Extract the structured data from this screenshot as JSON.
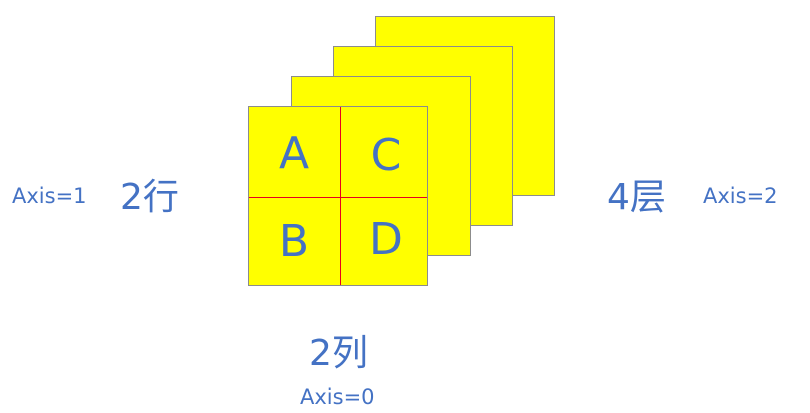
{
  "cells": {
    "a": "A",
    "b": "B",
    "c": "C",
    "d": "D"
  },
  "labels": {
    "rows": "2行",
    "rows_axis": "Axis=1",
    "cols": "2列",
    "cols_axis": "Axis=0",
    "layers": "4层",
    "layers_axis": "Axis=2"
  },
  "colors": {
    "layer_fill": "#ffff00",
    "divider": "#e8001c",
    "text": "#4472c4"
  }
}
